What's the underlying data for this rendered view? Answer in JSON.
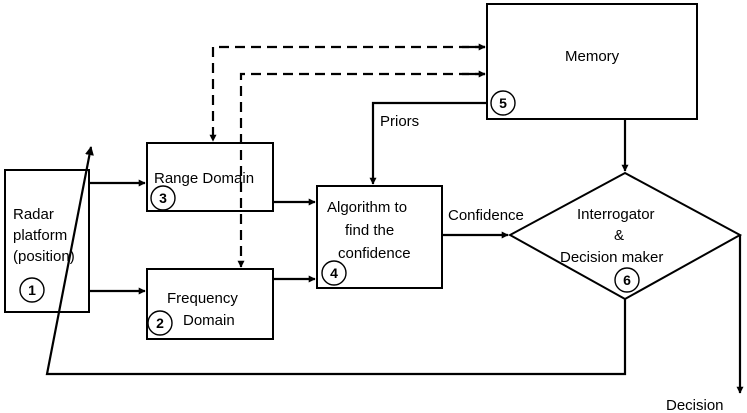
{
  "nodes": {
    "radar": {
      "lines": [
        "Radar",
        "platform",
        "(position)"
      ],
      "number": "1"
    },
    "frequency": {
      "lines": [
        "Frequency",
        "Domain"
      ],
      "number": "2"
    },
    "range": {
      "lines": [
        "Range Domain"
      ],
      "number": "3"
    },
    "algorithm": {
      "lines": [
        "Algorithm to",
        "find the",
        "confidence"
      ],
      "number": "4"
    },
    "memory": {
      "lines": [
        "Memory"
      ],
      "number": "5"
    },
    "interrogator": {
      "lines": [
        "Interrogator",
        "&",
        "Decision maker"
      ],
      "number": "6"
    }
  },
  "edge_labels": {
    "priors": "Priors",
    "confidence": "Confidence",
    "decision": "Decision"
  }
}
